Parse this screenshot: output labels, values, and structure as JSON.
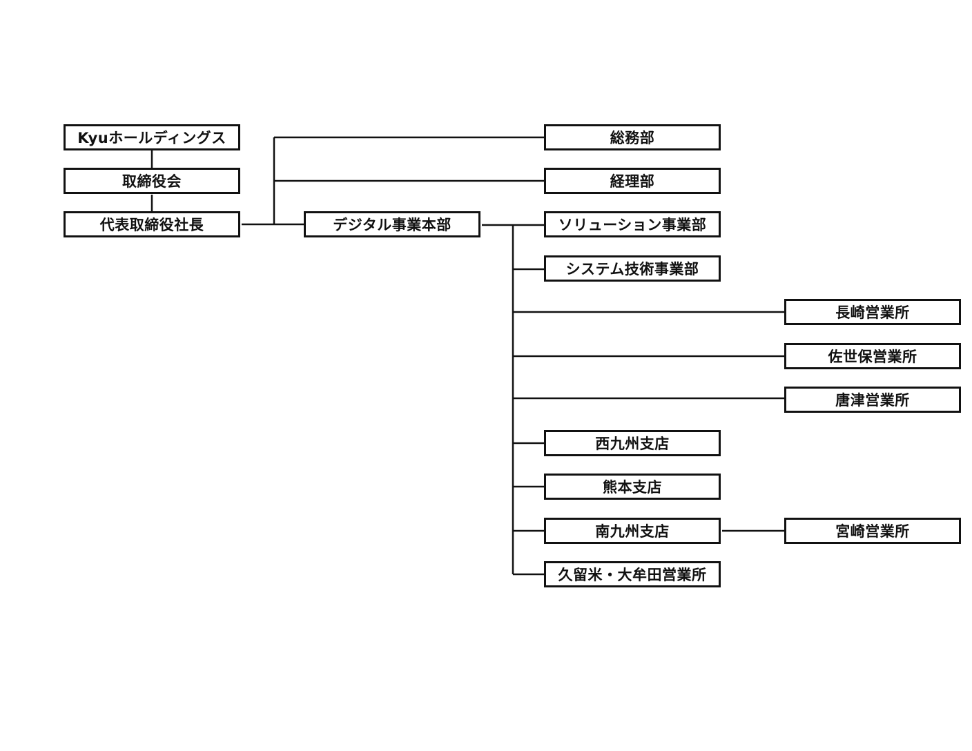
{
  "org_chart": {
    "nodes": {
      "kyu_holdings": "Kyuホールディングス",
      "board": "取締役会",
      "president": "代表取締役社長",
      "digital_hq": "デジタル事業本部",
      "general_affairs": "総務部",
      "accounting": "経理部",
      "solutions": "ソリューション事業部",
      "system_tech": "システム技術事業部",
      "nagasaki": "長崎営業所",
      "sasebo": "佐世保営業所",
      "karatsu": "唐津営業所",
      "nishikyushu": "西九州支店",
      "kumamoto": "熊本支店",
      "minamikyushu": "南九州支店",
      "miyazaki": "宮崎営業所",
      "kurume_omuta": "久留米・大牟田営業所"
    },
    "line_color": "#111111"
  }
}
